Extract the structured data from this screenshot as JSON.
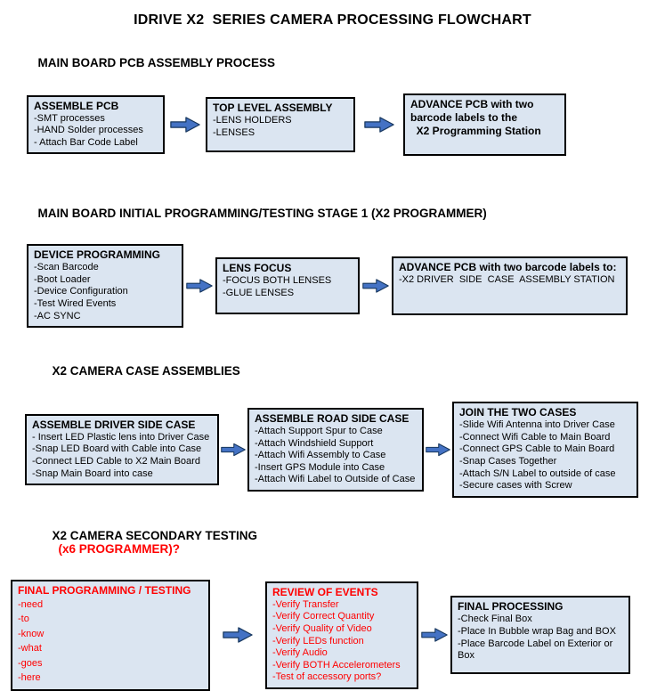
{
  "title": "IDRIVE X2  SERIES CAMERA PROCESSING FLOWCHART",
  "colors": {
    "box_fill": "#dbe5f1",
    "box_border": "#000000",
    "arrow_fill": "#4472c4",
    "arrow_outline": "#17375e",
    "alert_red": "#ff0000",
    "text_black": "#000000",
    "background": "#ffffff"
  },
  "sections": [
    {
      "heading": "MAIN BOARD PCB ASSEMBLY PROCESS",
      "boxes": [
        {
          "title": "ASSEMBLE PCB",
          "items": [
            "-SMT processes",
            "-HAND Solder processes",
            "- Attach Bar Code Label"
          ]
        },
        {
          "title": "TOP LEVEL ASSEMBLY",
          "items": [
            "-LENS HOLDERS",
            "-LENSES"
          ]
        },
        {
          "title": "ADVANCE PCB with two\nbarcode labels to the\n  X2 Programming Station",
          "items": []
        }
      ]
    },
    {
      "heading": "MAIN BOARD INITIAL PROGRAMMING/TESTING STAGE 1 (X2 PROGRAMMER)",
      "boxes": [
        {
          "title": "DEVICE PROGRAMMING",
          "items": [
            "-Scan Barcode",
            "-Boot Loader",
            "-Device Configuration",
            "-Test Wired Events",
            "-AC SYNC"
          ]
        },
        {
          "title": "LENS FOCUS",
          "items": [
            "-FOCUS BOTH LENSES",
            "-GLUE LENSES"
          ]
        },
        {
          "title": "ADVANCE PCB with two barcode labels to:",
          "items": [
            "-X2 DRIVER  SIDE  CASE  ASSEMBLY STATION"
          ]
        }
      ]
    },
    {
      "heading": "X2 CAMERA CASE ASSEMBLIES",
      "boxes": [
        {
          "title": "ASSEMBLE DRIVER SIDE CASE",
          "items": [
            "- Insert LED Plastic lens into Driver Case",
            "-Snap LED Board with Cable into Case",
            "-Connect LED Cable to X2 Main Board",
            "-Snap Main Board into case"
          ]
        },
        {
          "title": "ASSEMBLE ROAD SIDE CASE",
          "items": [
            "-Attach Support Spur to Case",
            "-Attach Windshield Support",
            "-Attach Wifi Assembly to Case",
            "-Insert GPS Module into Case",
            "-Attach Wifi Label to Outside of Case"
          ]
        },
        {
          "title": "JOIN THE TWO CASES",
          "items": [
            "-Slide Wifi Antenna into Driver Case",
            "-Connect Wifi Cable to Main Board",
            "-Connect GPS Cable to Main Board",
            "-Snap Cases Together",
            "-Attach S/N Label to outside of case",
            "-Secure cases with Screw"
          ]
        }
      ]
    },
    {
      "heading": "X2 CAMERA SECONDARY TESTING",
      "heading_suffix": "(x6 PROGRAMMER)?",
      "boxes": [
        {
          "title": "FINAL PROGRAMMING / TESTING",
          "text_color": "#ff0000",
          "items": [
            "-need",
            "-to",
            "-know",
            "-what",
            "-goes",
            "-here"
          ]
        },
        {
          "title": "REVIEW OF EVENTS",
          "text_color": "#ff0000",
          "items": [
            "-Verify Transfer",
            "-Verify Correct Quantity",
            "-Verify Quality of Video",
            "-Verify LEDs function",
            "-Verify Audio",
            "-Verify BOTH Accelerometers",
            "-Test of accessory ports?"
          ]
        },
        {
          "title": "FINAL PROCESSING",
          "items": [
            "-Check Final Box",
            "-Place In Bubble wrap Bag and BOX",
            "-Place Barcode Label on Exterior or Box"
          ]
        }
      ]
    }
  ]
}
